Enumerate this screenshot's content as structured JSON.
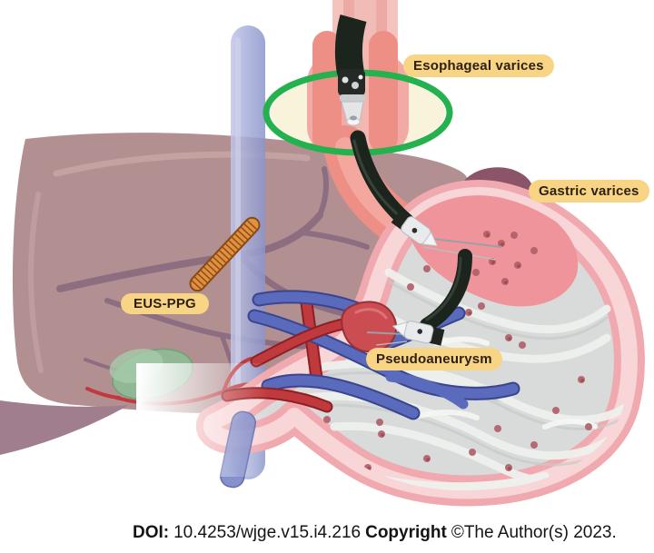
{
  "figure": {
    "labels": {
      "esophageal_varices": "Esophageal varices",
      "gastric_varices": "Gastric varices",
      "eus_ppg": "EUS-PPG",
      "pseudoaneurysm": "Pseudoaneurysm"
    },
    "footer": {
      "doi_label": "DOI:",
      "doi_value": "10.4253/wjge.v15.i4.216",
      "copyright_label": "Copyright",
      "copyright_value": "©The Author(s) 2023."
    },
    "palette": {
      "label_bg": "#f8d485",
      "label_text": "#2d1f10",
      "highlight_green": "#25b14e",
      "liver": "#b29092",
      "liver_vein": "#8d6d80",
      "vessel_blue": "#a3aad8",
      "portal_blue": "#5a6abc",
      "artery_red": "#c0393d",
      "stomach_wall": "#f0a9ae",
      "stomach_rim": "#f8d5d7",
      "stomach_interior": "#d8dbda",
      "varices_pink": "#f0949b",
      "dot_red": "#b05e68",
      "esophagus": "#ee8f86",
      "scope": "#1c241e",
      "device_orange": "#e0913f",
      "gallbladder": "#8fbc95",
      "spleen": "#8c5468",
      "pseudoaneurysm_red": "#cb4d52",
      "cream": "#f8f3da"
    }
  }
}
